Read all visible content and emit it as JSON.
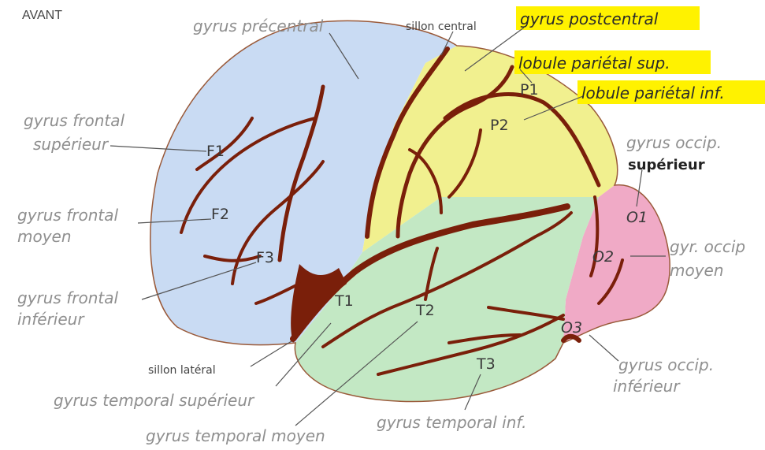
{
  "header": {
    "orientation": "AVANT"
  },
  "labels": {
    "gyrus_precentral": "gyrus précentral",
    "sillon_central": "sillon central",
    "gyrus_postcentral": "gyrus postcentral",
    "lobule_parietal_sup": "lobule pariétal sup.",
    "lobule_parietal_inf": "lobule pariétal inf.",
    "gyrus_frontal_sup_1": "gyrus frontal",
    "gyrus_frontal_sup_2": "supérieur",
    "gyrus_frontal_moy_1": "gyrus frontal",
    "gyrus_frontal_moy_2": "moyen",
    "gyrus_frontal_inf_1": "gyrus frontal",
    "gyrus_frontal_inf_2": "inférieur",
    "gyrus_occip_sup_1": "gyrus occip.",
    "gyrus_occip_sup_2": "supérieur",
    "gyr_occip_moy_1": "gyr. occip",
    "gyr_occip_moy_2": "moyen",
    "gyrus_occip_inf_1": "gyrus occip.",
    "gyrus_occip_inf_2": "inférieur",
    "sillon_lateral": "sillon latéral",
    "gyrus_temporal_sup": "gyrus temporal supérieur",
    "gyrus_temporal_moy": "gyrus temporal moyen",
    "gyrus_temporal_inf": "gyrus temporal inf."
  },
  "codes": {
    "F1": "F1",
    "F2": "F2",
    "F3": "F3",
    "P1": "P1",
    "P2": "P2",
    "O1": "O1",
    "O2": "O2",
    "O3": "O3",
    "T1": "T1",
    "T2": "T2",
    "T3": "T3"
  },
  "colors": {
    "frontal": "#c9dbf3",
    "parietal": "#f1f08f",
    "temporal": "#c3e8c4",
    "occipital": "#f0aac6",
    "sulcus": "#7a1f0a",
    "highlight": "#fff200",
    "outline": "#9a5a3a"
  }
}
